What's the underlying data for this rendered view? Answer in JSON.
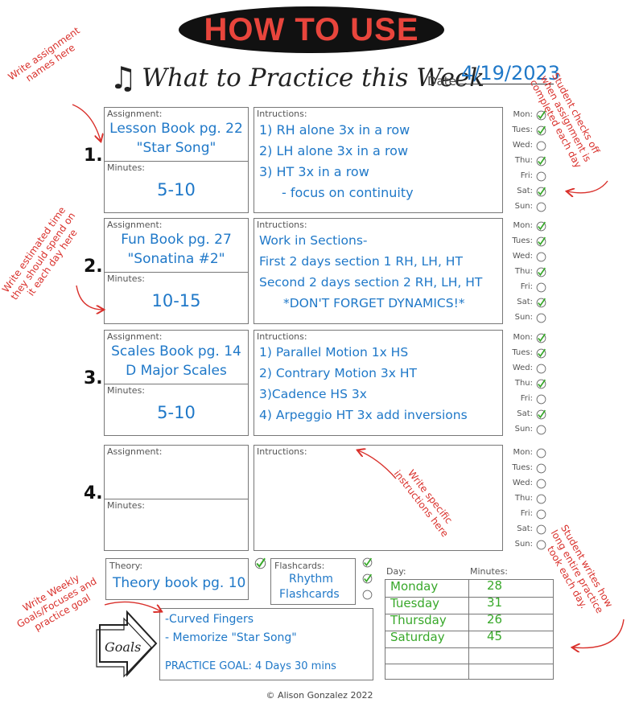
{
  "header": {
    "banner": "HOW TO USE",
    "title": "What to Practice this Week",
    "date_label": "Date:",
    "date_value": "4/19/2023"
  },
  "labels": {
    "assignment": "Assignment:",
    "minutes": "Minutes:",
    "instructions": "Intructions:",
    "theory": "Theory:",
    "flashcards": "Flashcards:",
    "day": "Day:",
    "minutes_col": "Minutes:"
  },
  "days": [
    "Mon:",
    "Tues:",
    "Wed:",
    "Thu:",
    "Fri:",
    "Sat:",
    "Sun:"
  ],
  "assignments": [
    {
      "number": "1.",
      "name_lines": [
        "Lesson Book pg. 22",
        "\"Star Song\""
      ],
      "minutes": "5-10",
      "instructions": [
        "1) RH alone 3x in a row",
        "2) LH alone 3x in a row",
        "3) HT 3x in a row",
        "- focus on continuity"
      ],
      "checked": [
        true,
        true,
        false,
        true,
        false,
        true,
        false
      ]
    },
    {
      "number": "2.",
      "name_lines": [
        "Fun Book pg. 27",
        "\"Sonatina #2\""
      ],
      "minutes": "10-15",
      "instructions": [
        "Work in Sections-",
        "First 2 days section 1 RH, LH, HT",
        "Second 2 days section 2 RH, LH, HT",
        "*DON'T FORGET DYNAMICS!*"
      ],
      "checked": [
        true,
        true,
        false,
        true,
        false,
        true,
        false
      ]
    },
    {
      "number": "3.",
      "name_lines": [
        "Scales Book pg. 14",
        "D Major Scales"
      ],
      "minutes": "5-10",
      "instructions": [
        "1) Parallel Motion 1x HS",
        "2) Contrary Motion 3x HT",
        "3)Cadence HS 3x",
        "4) Arpeggio HT 3x add inversions"
      ],
      "checked": [
        true,
        true,
        false,
        true,
        false,
        true,
        false
      ]
    },
    {
      "number": "4.",
      "name_lines": [],
      "minutes": "",
      "instructions": [],
      "checked": [
        false,
        false,
        false,
        false,
        false,
        false,
        false
      ]
    }
  ],
  "theory": {
    "text": "Theory book pg. 10",
    "checked": true
  },
  "flashcards": {
    "lines": [
      "Rhythm",
      "Flashcards"
    ],
    "checked": [
      true,
      true,
      false
    ]
  },
  "practice_log": [
    {
      "day": "Monday",
      "minutes": "28"
    },
    {
      "day": "Tuesday",
      "minutes": "31"
    },
    {
      "day": "Thursday",
      "minutes": "26"
    },
    {
      "day": "Saturday",
      "minutes": "45"
    }
  ],
  "goals": {
    "label": "Goals",
    "lines": [
      "-Curved Fingers",
      "- Memorize \"Star Song\""
    ],
    "practice_goal": "PRACTICE GOAL: 4 Days 30 mins"
  },
  "annotations": {
    "assignment_names": [
      "Write assignment",
      "names here"
    ],
    "estimated_time": [
      "Write estimated time",
      "they should spend on",
      "it each day here"
    ],
    "checks_off": [
      "Student checks off",
      "when assignment is",
      "completed each day"
    ],
    "specific_instructions": [
      "Write specific",
      "instructions here"
    ],
    "writes_long": [
      "Student writes how",
      "long entire practice",
      "took each day."
    ],
    "weekly_goals": [
      "Write Weekly",
      "Goals/Focuses and",
      "practice goal"
    ]
  },
  "footer": "© Alison Gonzalez 2022",
  "colors": {
    "ink_blue": "#1f78c8",
    "ink_green": "#38a82a",
    "annotation_red": "#d9302b",
    "banner_red": "#e8453c"
  }
}
